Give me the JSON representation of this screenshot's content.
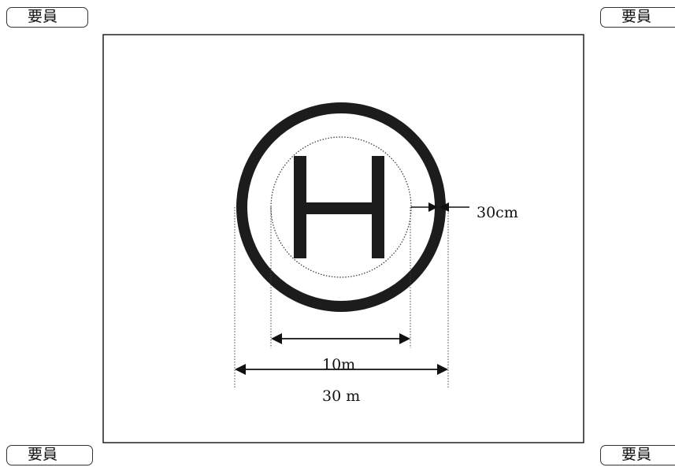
{
  "staff_label": "要員",
  "helipad_symbol": "H",
  "dimensions": {
    "ring_width": "30cm",
    "inner_diameter": "10m",
    "outer_diameter": "30 m"
  }
}
